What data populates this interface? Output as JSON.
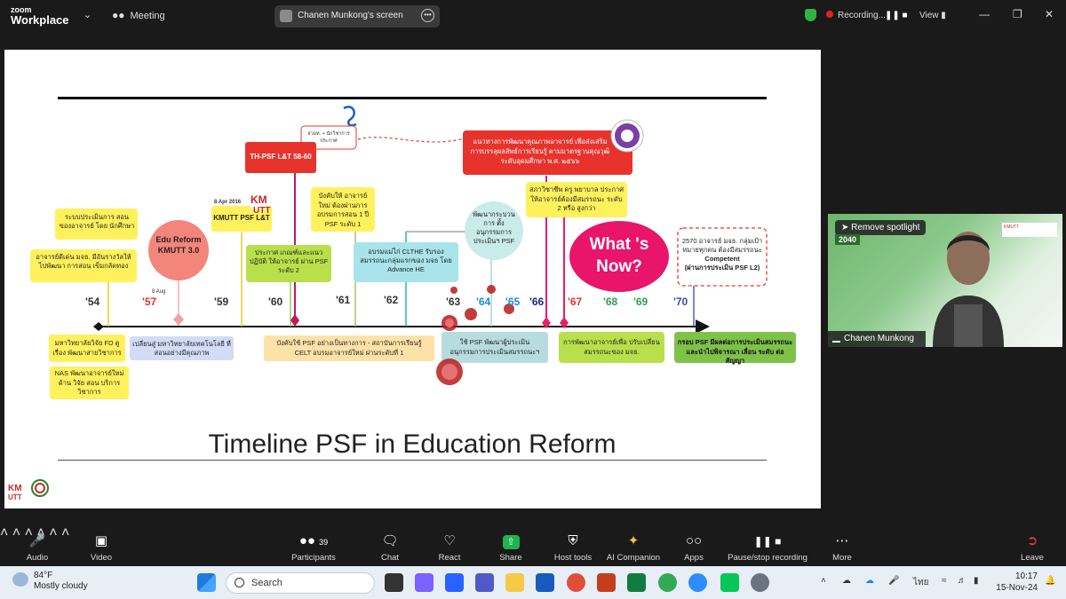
{
  "window": {
    "brand_line1": "zoom",
    "brand_line2": "Workplace",
    "meeting_label": "Meeting",
    "screen_share_label": "Chanen Munkong's screen",
    "recording_label": "Recording...",
    "view_label": "View"
  },
  "slide": {
    "title": "Timeline PSF in Education Reform",
    "years": [
      "'54",
      "'57",
      "'59",
      "'60",
      "'61",
      "'62",
      "'63",
      "'64",
      "'65",
      "'66",
      "'67",
      "'68",
      "'69",
      "'70"
    ],
    "date_small_1": "8 Aug",
    "date_small_2": "8 Apr 2016",
    "boxes": {
      "b1": "ระบบประเมินการ สอน ของอาจารย์ โดย นักศึกษา",
      "b2": "อาจารย์ดีเด่น มจธ. มีอันรางวัลให้ไปพัฒนา การสอน เข็มกลัดทอง",
      "edu_reform": "Edu Reform KMUTT 3.0",
      "kmutt_psf": "KMUTT PSF L&T",
      "th_psf": "TH-PSF L&T 58-60",
      "ohec_note": "สวอท. + นักวิชาการประกาศ",
      "pracas": "ประกาศ เกณฑ์และแนวปฏิบัติ ให้อาจารย์ ผ่าน PSF ระดับ 2",
      "bangkub": "บังคับให้ อาจารย์ใหม่ ต้องผ่านการอบรมการสอน 1 ปี PSF ระดับ 1",
      "clthe": "อบรมแม่ไก่ CLTHE รับรองสมรรถนะกลุ่มแรกของ มจธ โดย Advance HE",
      "patana_process": "พัฒนากระบวน การ ตั้งอนุกรรมการ ประเมินฯ PSF",
      "guideline": "แนวทางการพัฒนาคุณภาพอาจารย์ เพื่อส่งเสริมการบรรลุผลลัพธ์การเรียนรู้ ตามมาตรฐานคุณวุฒิ ระดับอุดมศึกษา พ.ศ. ๒๕๖๖",
      "council": "สภาวิชาชีพ ครู พยาบาล ประกาศให้อาจารย์ต้องมีสมรรถนะ ระดับ 2 หรือ สูงกว่า",
      "whats_now": "What 's Now?",
      "target_line1": "2570 อาจารย์ มจธ. กลุ่มเป้าหมายทุกคน ต้องมีสมรรถนะ",
      "target_bold": "Competent",
      "target_line2": "(ผ่านการประเมิน PSF L2)",
      "bottom_1": "มหาวิทยาลัยวิจัย FD ดูเรื่อง พัฒนาสายวิชาการ",
      "bottom_2": "NAS พัฒนาอาจารย์ใหม่ ด้าน วิจัย สอน บริการวิชาการ",
      "bottom_3": "เปลี่ยนสู่ มหาวิทยาลัยเทคโนโลยี ที่ สอนอย่างมีคุณภาพ",
      "bottom_4": "บังคับใช้ PSF อย่างเป็นทางการ - สถาบันการเรียนรู้ CELT อบรมอาจารย์ใหม่ ผ่านระดับที่ 1",
      "bottom_5": "ใช้ PSF พัฒนาผู้ประเมิน อนุกรรมการประเมินสมรรถนะฯ",
      "bottom_6": "การพัฒนาอาจารย์เพื่อ ปรับเปลี่ยนสมรรถนะของ มจธ.",
      "bottom_7": "กรอบ PSF มีผลต่อการประเมินสมรรถนะ และนำไปพิจารณา เลื่อน ระดับ ต่อสัญญา"
    },
    "logo_text": "KMUTT"
  },
  "video": {
    "spotlight_label": "Remove spotlight",
    "badge": "2040",
    "name": "Chanen Munkong"
  },
  "toolbar": {
    "audio": "Audio",
    "video": "Video",
    "participants": "Participants",
    "participants_count": "39",
    "chat": "Chat",
    "react": "React",
    "share": "Share",
    "host_tools": "Host tools",
    "ai_companion": "AI Companion",
    "apps": "Apps",
    "pause_rec": "Pause/stop recording",
    "more": "More",
    "leave": "Leave"
  },
  "taskbar": {
    "temperature": "84°F",
    "weather": "Mostly cloudy",
    "search_placeholder": "Search",
    "lang": "ไทย",
    "time": "10:17",
    "date": "15-Nov-24"
  },
  "colors": {
    "red": "#e8332d",
    "yellow": "#fff15c",
    "green": "#b8e04a",
    "cyan": "#a8e4ea",
    "blue_box": "#d2dcf6",
    "orange_box": "#fde2a8",
    "pink": "#e8156a",
    "salmon": "#f4857a",
    "violet": "#7b3fa6"
  }
}
